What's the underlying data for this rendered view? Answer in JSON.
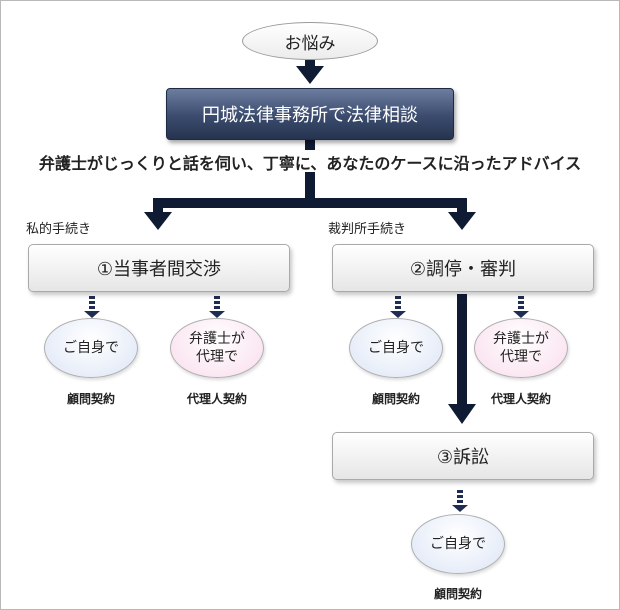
{
  "start_label": "お悩み",
  "main_label": "円城法律事務所で法律相談",
  "description": "弁護士がじっくりと話を伺い、丁寧に、あなたのケースに沿ったアドバイス",
  "private": {
    "section": "私的手続き",
    "title": "①当事者間交渉",
    "self_label": "ご自身で",
    "self_caption": "顧問契約",
    "lawyer_label": "弁護士が代理で",
    "lawyer_caption": "代理人契約"
  },
  "court": {
    "section": "裁判所手続き",
    "title": "②調停・審判",
    "self_label": "ご自身で",
    "self_caption": "顧問契約",
    "lawyer_label": "弁護士が代理で",
    "lawyer_caption": "代理人契約"
  },
  "lawsuit": {
    "title": "③訴訟",
    "self_label": "ご自身で",
    "self_caption": "顧問契約"
  },
  "colors": {
    "main_box": "#3b4b6e",
    "connector": "#0f1a33",
    "oval_blue": "#dde6f6",
    "oval_pink": "#f9dcec"
  }
}
